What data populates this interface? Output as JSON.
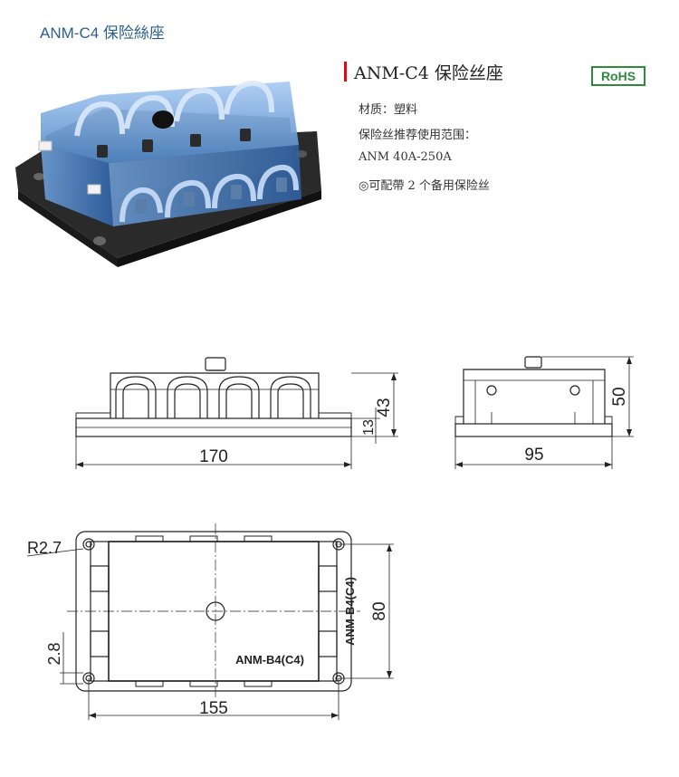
{
  "page": {
    "heading": "ANM-C4 保险絲座"
  },
  "spec": {
    "title": "ANM-C4  保险丝座",
    "badge": "RoHS",
    "material": "材质：塑料",
    "fuse_range_label": "保险丝推荐使用范围：",
    "fuse_range_value": "ANM 40A-250A",
    "spare_note": "◎可配帶 2 个备用保险丝"
  },
  "drawing": {
    "front_width": "170",
    "front_height": "43",
    "base_height": "13",
    "side_width": "95",
    "side_height": "50",
    "corner_radius": "R2.7",
    "hole_offset": "2.8",
    "top_width": "155",
    "top_depth": "80",
    "part_marking": "ANM-B4(C4)",
    "side_marking": "ANM-B4(C4)"
  },
  "colors": {
    "accent": "#e30613",
    "heading": "#2b5f8f",
    "rohs": "#2e8b3c"
  }
}
